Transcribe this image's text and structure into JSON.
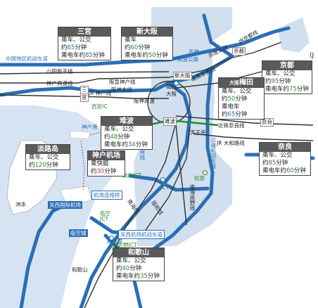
{
  "colors": {
    "expressway": "#2a6fb5",
    "sea": "#d6e3f2",
    "rail": "#333333",
    "green": "#2a8a2a"
  },
  "stations": {
    "sannomiya": {
      "name": "三宫",
      "mode": "乘车、公交",
      "t1_prefix": "约",
      "t1": "65",
      "t1_unit": "分钟",
      "t2_prefix": "乘电车约",
      "t2": "85",
      "t2_unit": "分钟"
    },
    "shinosaka": {
      "name": "新大阪",
      "mode": "乘车",
      "t1_prefix": "约",
      "t1": "60",
      "t1_unit": "分钟",
      "t2_prefix": "乘电车约",
      "t2": "50",
      "t2_unit": "分钟"
    },
    "kyoto": {
      "name": "京都",
      "mode": "乘车、公交",
      "t1_prefix": "约",
      "t1": "95",
      "t1_unit": "分钟",
      "t2_prefix": "乘电车约",
      "t2": "75",
      "t2_unit": "分钟"
    },
    "umeda": {
      "prefix": "大阪",
      "name": "梅田",
      "mode": "乘车、公交",
      "t1_prefix": "约",
      "t1": "50",
      "t1_unit": "分钟",
      "t2_prefix": "乘电车",
      "t2_prefix2": "约",
      "t2": "65",
      "t2_unit": "分钟"
    },
    "namba": {
      "name": "难波",
      "mode": "乘车、公交",
      "t1_prefix": "约",
      "t1": "48",
      "t1_unit": "分钟",
      "t2_prefix": "乘电车约",
      "t2": "34",
      "t2_unit": "分钟"
    },
    "kobe_airport": {
      "name": "神户机场",
      "mode": "乘快艇",
      "t1_prefix": "约",
      "t1": "30",
      "t1_unit": "分钟"
    },
    "awaji": {
      "name": "淡路岛",
      "mode": "乘车、公交",
      "t1_prefix": "约",
      "t1": "120",
      "t1_unit": "分钟"
    },
    "nara": {
      "name": "奈良",
      "mode": "乘车、公交",
      "t1_prefix": "约",
      "t1": "85",
      "t1_unit": "分钟",
      "t2_prefix": "乘电车约",
      "t2": "60",
      "t2_unit": "分钟"
    },
    "wakayama": {
      "name": "和歌山",
      "mode": "乘车、公交",
      "t1_prefix": "约",
      "t1": "40",
      "t1_unit": "分钟",
      "t2_prefix": "乘电车约",
      "t2": "35",
      "t2_unit": "分钟"
    }
  },
  "labels": {
    "chugoku": "中国地区机动车道",
    "sanyo": "山阳新干线",
    "kobe_hwy": "神户高速线",
    "hankyu_kobe": "阪急神户线",
    "hanshin_main": "阪神本线",
    "sannomiya_a": "三",
    "sannomiya_b": "宫",
    "jr_kobe": "JR 神户线",
    "nishinomiya": "西宫IC",
    "hanshin_hwy": "阪神高速",
    "meishin": "名神",
    "meishin2": "高速公路",
    "jr_kyoto": "JR京都线",
    "keihan": "京阪本线",
    "hankyu_kyoto": "阪急京都线",
    "shin_osaka_s": "新大阪",
    "umeda_s": "梅田",
    "osaka_s": "大阪",
    "kyoto_s": "京都",
    "keihan_hwy": "京阪道",
    "kintetsu_nara": "近铁奈良线",
    "nara_s": "奈良",
    "jr_yamatoji": "JR 大和路线",
    "namba_s": "难波",
    "tennoji": "天王寺",
    "kintetsu_hwy": "近畿机动车道",
    "wangan": "湾岸线",
    "sukematsu": "助松JCT",
    "jct": "JCT",
    "matsubara": "松原",
    "nankai_koya": "南海高野线",
    "hanwa": "阪和线",
    "nankai_line": "南海线",
    "hanwa_hwy": "阪和道",
    "sky_gate": "机场连络桥",
    "kix": "关西国际机场",
    "rinku": "临空",
    "rinku2": "JCT",
    "rinku_town": "临空城",
    "kix_road": "关西机场机动车道",
    "izumisano": "泉佐野JCT",
    "wakayama_s": "和歌山",
    "sumoto": "洲本",
    "kobe_port": "神户港",
    "corner": "(J"
  }
}
